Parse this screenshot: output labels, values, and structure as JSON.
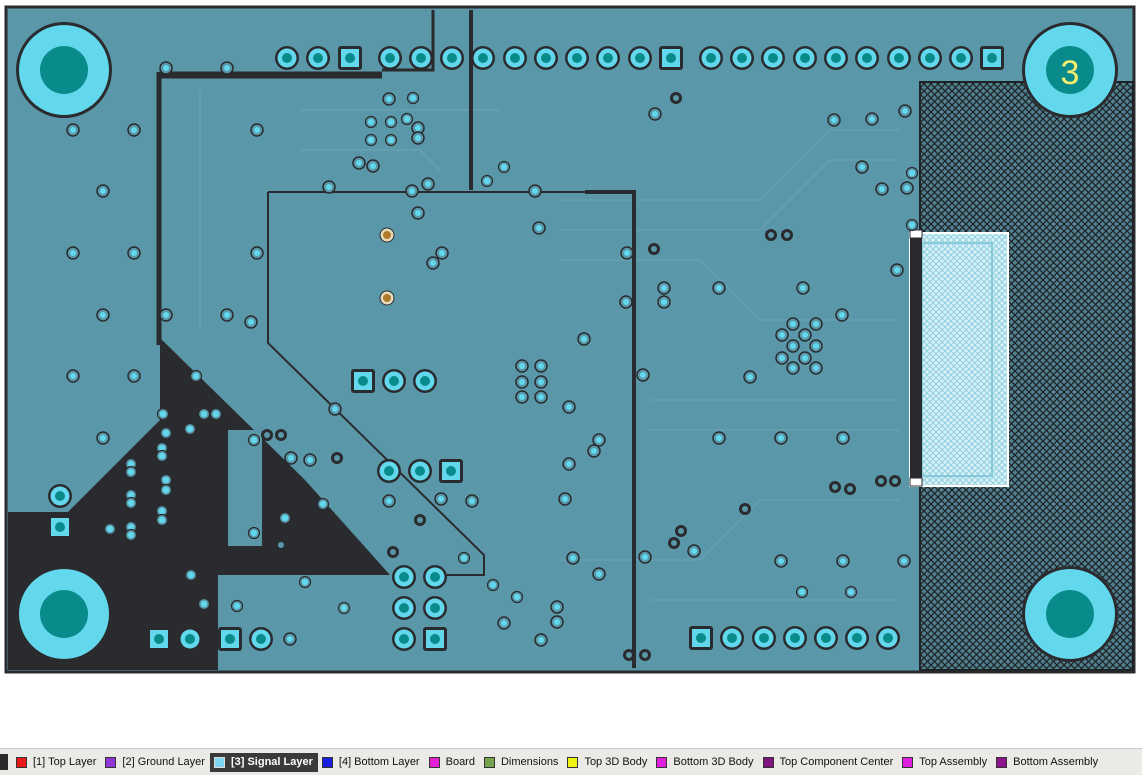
{
  "board": {
    "layer_label": "3",
    "colors": {
      "plane": "#5a97a8",
      "track": "#2a2b2e",
      "pad": "#63d7ec",
      "hole": "#0a8b8b",
      "via_gold": "#b07a2a",
      "label": "#f6ef6d"
    }
  },
  "layers": [
    {
      "label": "[1] Top Layer",
      "color": "#e81919",
      "active": false
    },
    {
      "label": "[2] Ground Layer",
      "color": "#8f36d8",
      "active": false
    },
    {
      "label": "[3] Signal Layer",
      "color": "#7fd6f2",
      "active": true
    },
    {
      "label": "[4] Bottom Layer",
      "color": "#1a1ee0",
      "active": false
    },
    {
      "label": "Board",
      "color": "#e31fd3",
      "active": false
    },
    {
      "label": "Dimensions",
      "color": "#78a34d",
      "active": false
    },
    {
      "label": "Top 3D Body",
      "color": "#f3f313",
      "active": false
    },
    {
      "label": "Bottom 3D Body",
      "color": "#e01ee0",
      "active": false
    },
    {
      "label": "Top Component Center",
      "color": "#80147e",
      "active": false
    },
    {
      "label": "Top Assembly",
      "color": "#e01ee0",
      "active": false
    },
    {
      "label": "Bottom Assembly",
      "color": "#8d138a",
      "active": false
    }
  ]
}
